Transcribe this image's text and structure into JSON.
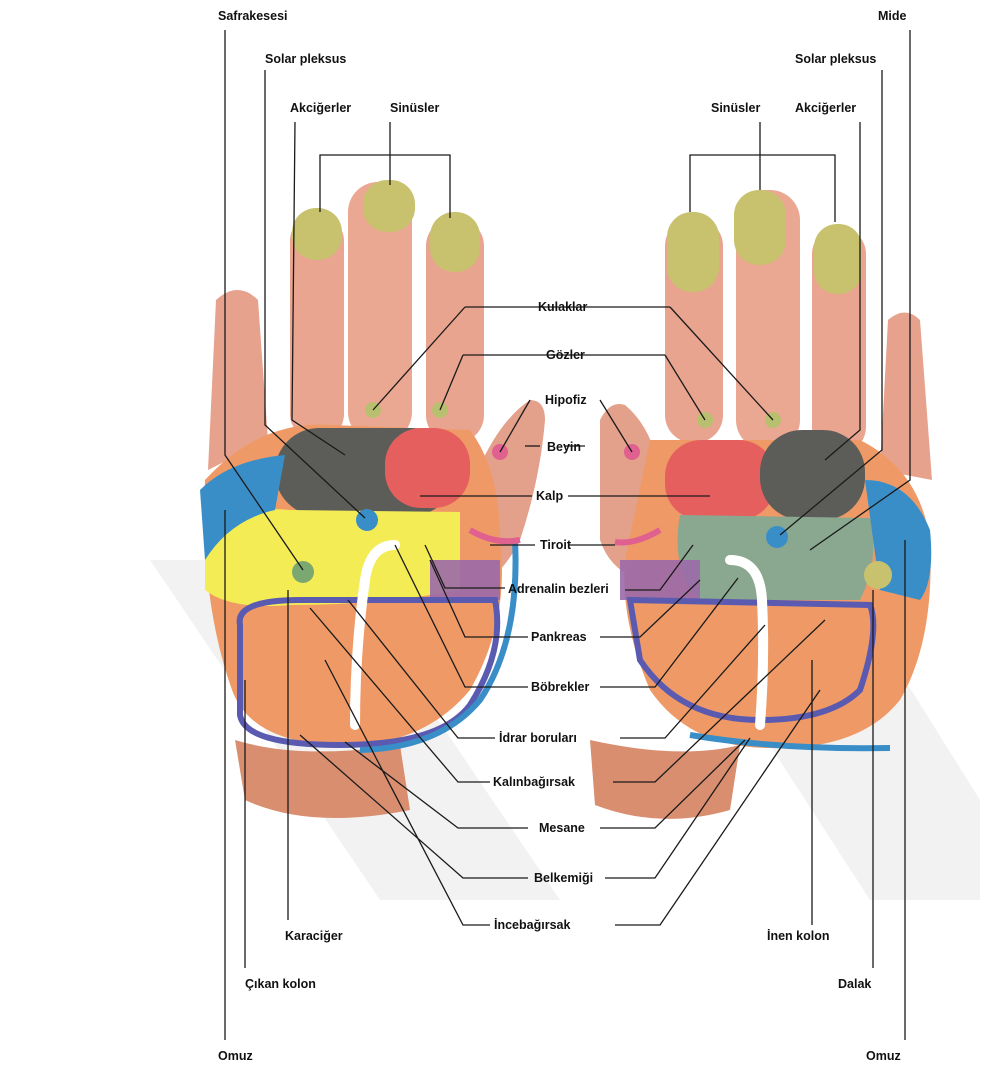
{
  "labels": {
    "safrakesesi": "Safrakesesi",
    "mide": "Mide",
    "solar_left": "Solar pleksus",
    "solar_right": "Solar pleksus",
    "akciger_left": "Akciğerler",
    "akciger_right": "Akciğerler",
    "sinus_left": "Sinüsler",
    "sinus_right": "Sinüsler",
    "kulaklar": "Kulaklar",
    "gozler": "Gözler",
    "hipofiz": "Hipofiz",
    "beyin": "Beyin",
    "kalp": "Kalp",
    "tiroit": "Tiroit",
    "adrenalin": "Adrenalin bezleri",
    "pankreas": "Pankreas",
    "bobrekler": "Böbrekler",
    "idrar": "İdrar boruları",
    "kalinbagirsak": "Kalınbağırsak",
    "mesane": "Mesane",
    "belkemigi": "Belkemiği",
    "incebagirsak": "İncebağırsak",
    "karaciger": "Karaciğer",
    "inen_kolon": "İnen kolon",
    "cikan_kolon": "Çıkan kolon",
    "dalak": "Dalak",
    "omuz_left": "Omuz",
    "omuz_right": "Omuz"
  },
  "colors": {
    "skin": "#e8a088",
    "palm": "#f0a070",
    "fingertip": "#c8c070",
    "dark_zone": "#5a5a55",
    "heart": "#e86060",
    "yellow_zone": "#f2ea50",
    "green_zone": "#8aa890",
    "blue_edge": "#3a8ec8",
    "purple_zone": "#9a6aa8",
    "colon": "#5a5ab0",
    "pink_dot": "#e06090"
  }
}
